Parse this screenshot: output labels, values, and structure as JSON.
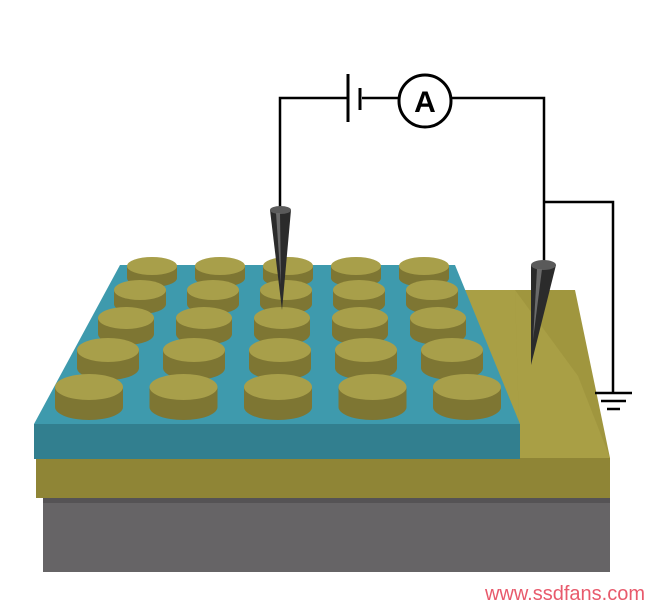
{
  "diagram": {
    "ammeter_label": "A",
    "watermark": "www.ssdfans.com",
    "pad_grid": {
      "rows": 5,
      "cols": 5
    },
    "probe_count": 2
  },
  "colors": {
    "substrate": "#666466",
    "bottom_electrode": "#a99f45",
    "dielectric_layer": "#3d95a7",
    "top_electrode_pads": "#a89f4a",
    "probe_tip": "#2b2b2b",
    "circuit_wire": "#000000",
    "watermark": "#e85a6c"
  }
}
